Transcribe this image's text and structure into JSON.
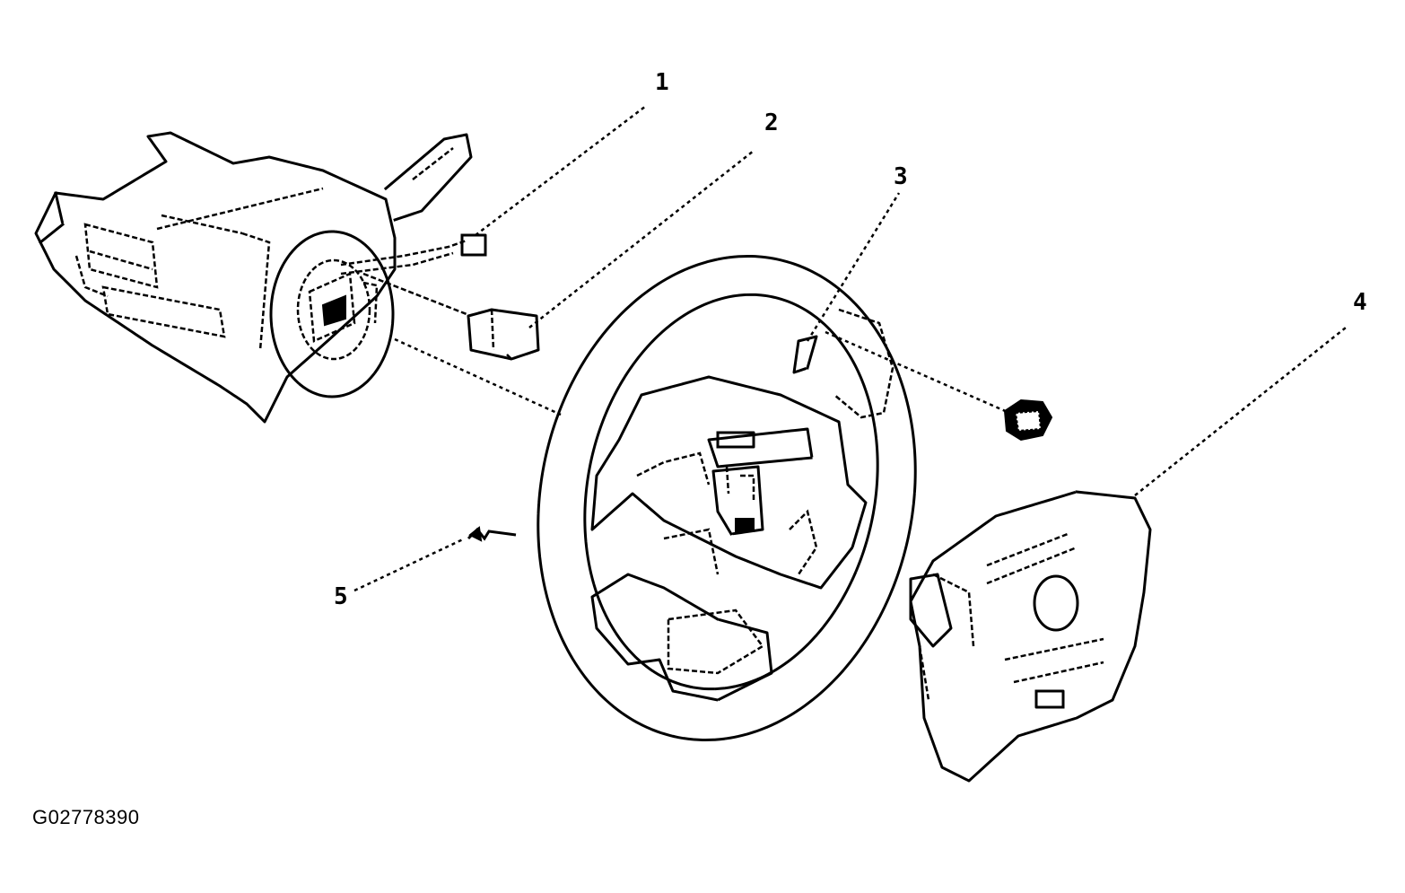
{
  "diagram": {
    "callouts": [
      {
        "id": "c1",
        "label": "1"
      },
      {
        "id": "c2",
        "label": "2"
      },
      {
        "id": "c3",
        "label": "3"
      },
      {
        "id": "c4",
        "label": "4"
      },
      {
        "id": "c5",
        "label": "5"
      }
    ],
    "figure_id": "G02778390"
  },
  "colors": {
    "line": "#000000",
    "background": "#ffffff"
  }
}
